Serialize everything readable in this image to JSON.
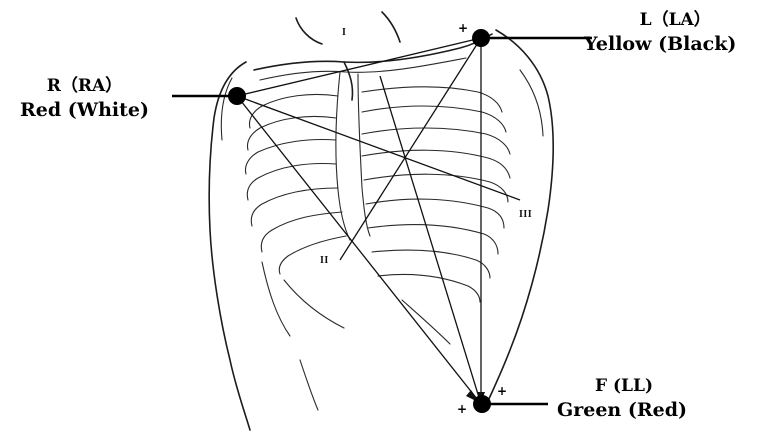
{
  "electrodes": {
    "ra": {
      "code": "R（RA）",
      "color_name": "Red (White)"
    },
    "la": {
      "code": "L（LA）",
      "color_name": "Yellow (Black)"
    },
    "ll": {
      "code": "F (LL)",
      "color_name": "Green (Red)"
    }
  },
  "leads": {
    "lead_1": "I",
    "lead_2": "II",
    "lead_3": "III"
  },
  "polarity": {
    "plus": "+"
  },
  "colors": {
    "ink": "#000000",
    "background": "#ffffff"
  }
}
